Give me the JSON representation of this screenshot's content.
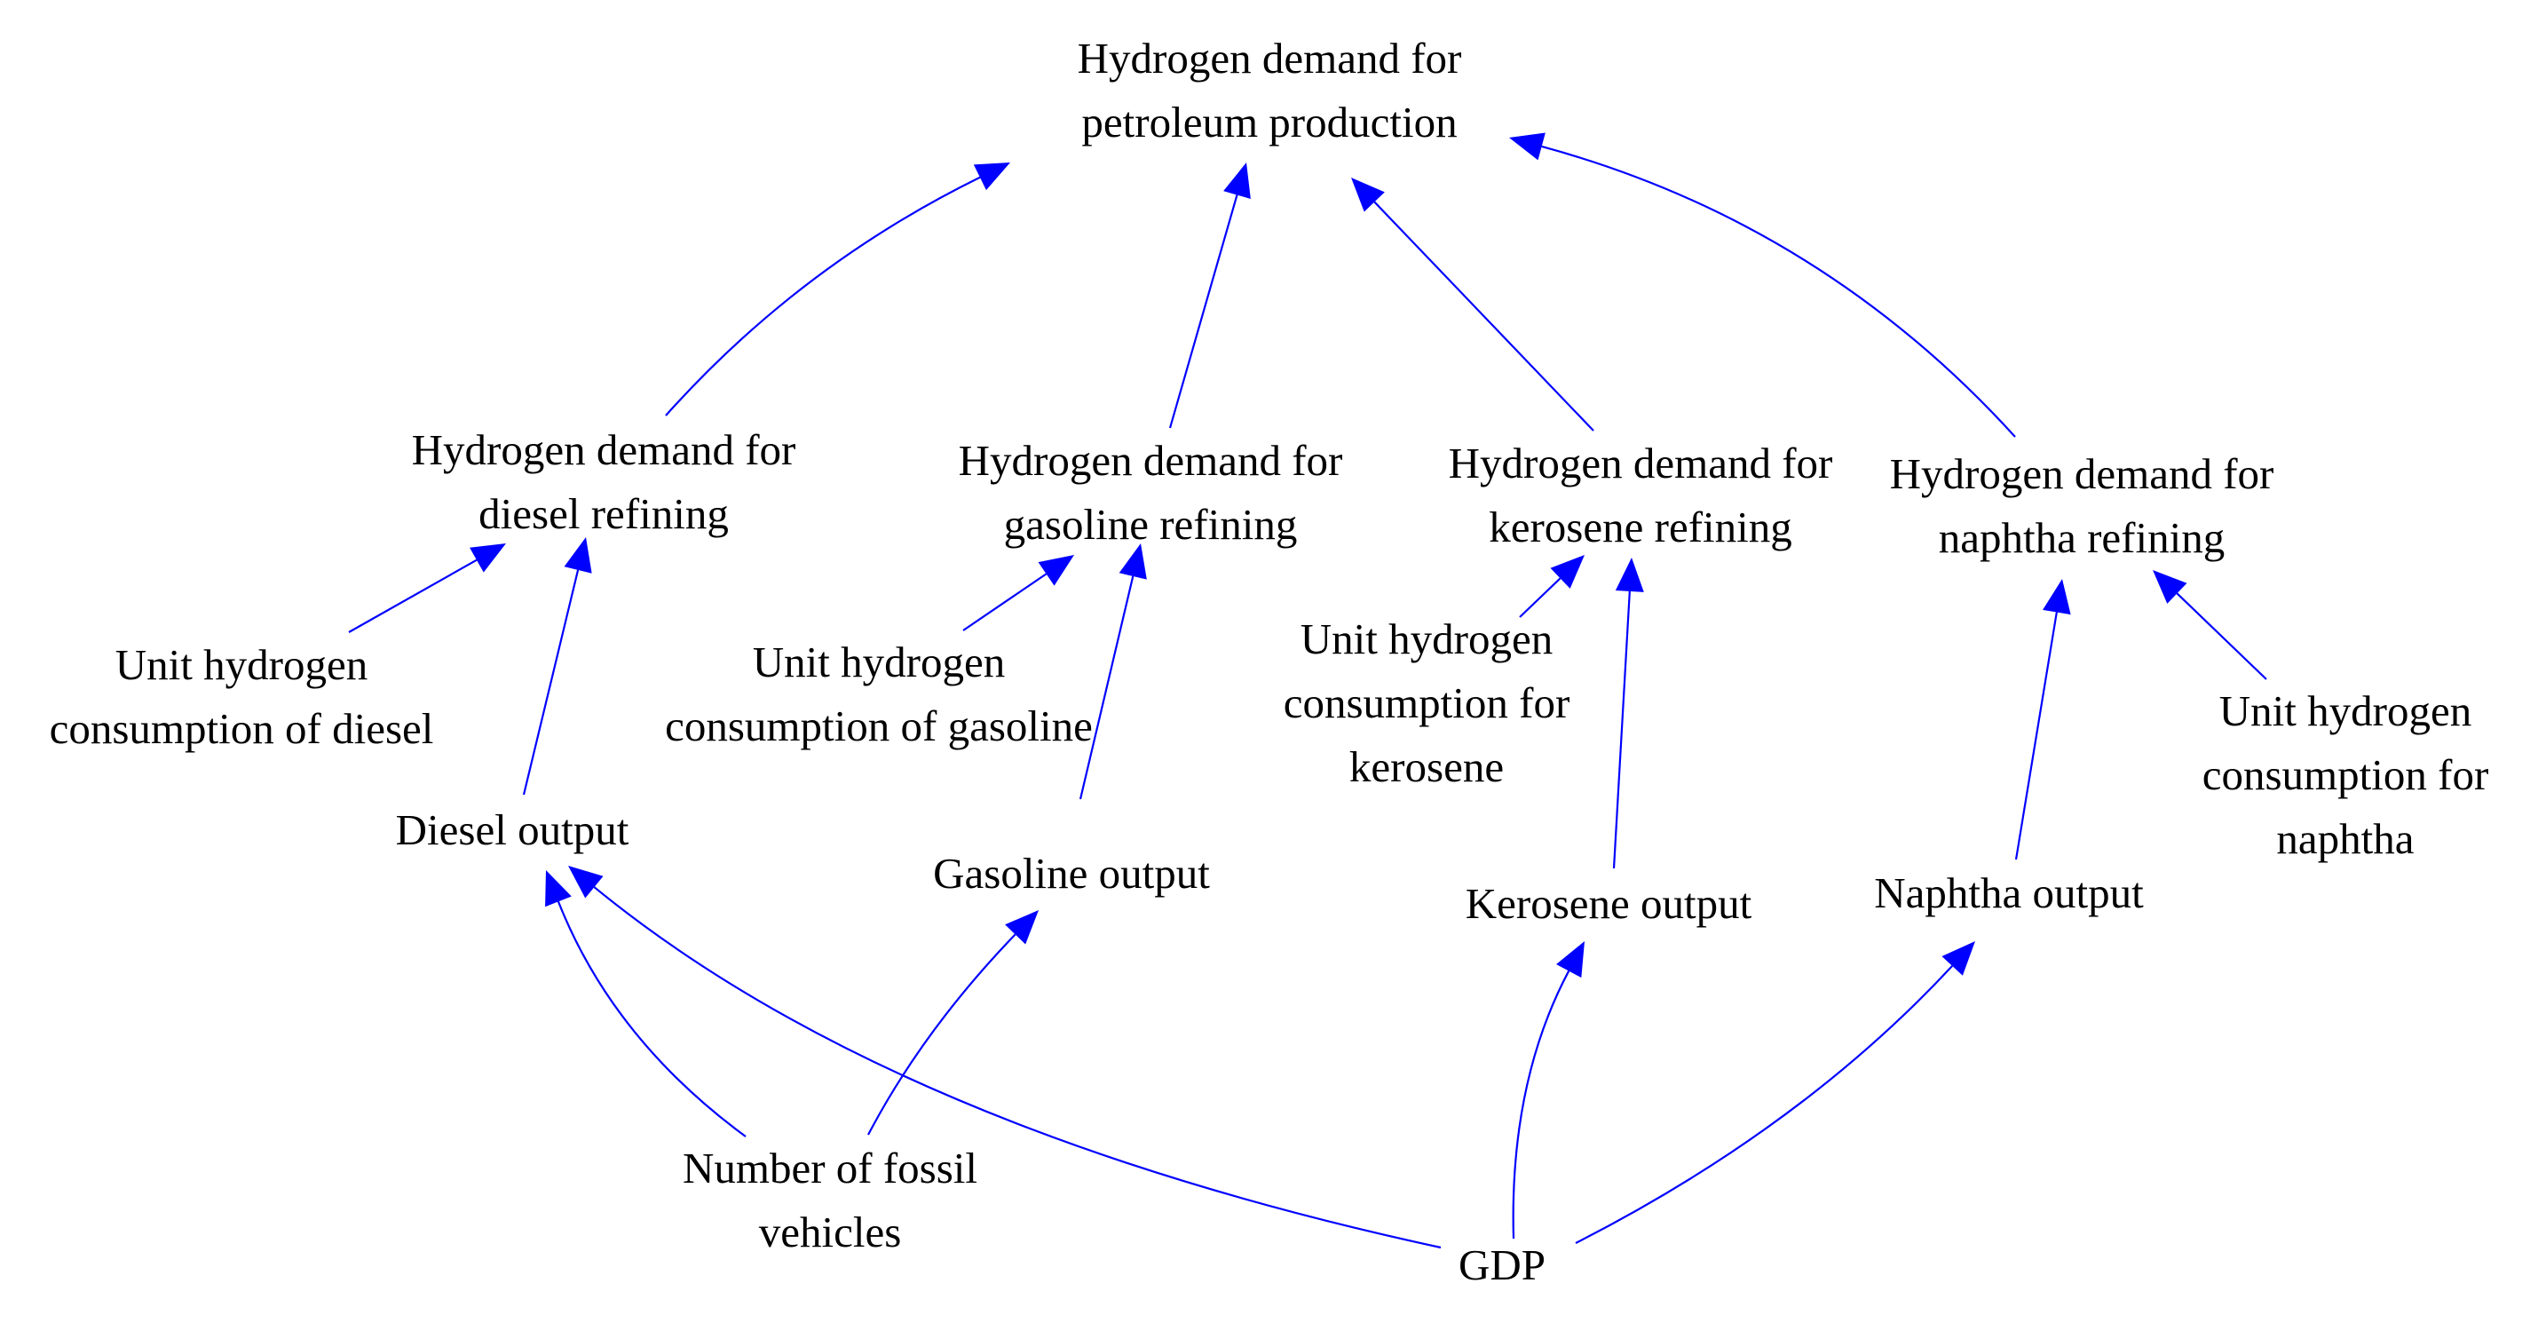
{
  "diagram": {
    "nodes": {
      "hydrogen_petroleum": [
        "Hydrogen demand for",
        "petroleum production"
      ],
      "hydrogen_diesel": [
        "Hydrogen demand for",
        "diesel refining"
      ],
      "hydrogen_gasoline": [
        "Hydrogen demand for",
        "gasoline refining"
      ],
      "hydrogen_kerosene": [
        "Hydrogen demand for",
        "kerosene refining"
      ],
      "hydrogen_naphtha": [
        "Hydrogen demand for",
        "naphtha refining"
      ],
      "unit_diesel": [
        "Unit hydrogen",
        "consumption of diesel"
      ],
      "unit_gasoline": [
        "Unit hydrogen",
        "consumption of gasoline"
      ],
      "unit_kerosene": [
        "Unit hydrogen",
        "consumption for",
        "kerosene"
      ],
      "unit_naphtha": [
        "Unit hydrogen",
        "consumption for",
        "naphtha"
      ],
      "diesel_output": [
        "Diesel output"
      ],
      "gasoline_output": [
        "Gasoline output"
      ],
      "kerosene_output": [
        "Kerosene output"
      ],
      "naphtha_output": [
        "Naphtha output"
      ],
      "fossil_vehicles": [
        "Number of fossil",
        "vehicles"
      ],
      "gdp": [
        "GDP"
      ]
    },
    "edges": [
      {
        "from": "hydrogen_diesel",
        "to": "hydrogen_petroleum"
      },
      {
        "from": "hydrogen_gasoline",
        "to": "hydrogen_petroleum"
      },
      {
        "from": "hydrogen_kerosene",
        "to": "hydrogen_petroleum"
      },
      {
        "from": "hydrogen_naphtha",
        "to": "hydrogen_petroleum"
      },
      {
        "from": "unit_diesel",
        "to": "hydrogen_diesel"
      },
      {
        "from": "diesel_output",
        "to": "hydrogen_diesel"
      },
      {
        "from": "unit_gasoline",
        "to": "hydrogen_gasoline"
      },
      {
        "from": "gasoline_output",
        "to": "hydrogen_gasoline"
      },
      {
        "from": "unit_kerosene",
        "to": "hydrogen_kerosene"
      },
      {
        "from": "kerosene_output",
        "to": "hydrogen_kerosene"
      },
      {
        "from": "unit_naphtha",
        "to": "hydrogen_naphtha"
      },
      {
        "from": "naphtha_output",
        "to": "hydrogen_naphtha"
      },
      {
        "from": "fossil_vehicles",
        "to": "diesel_output"
      },
      {
        "from": "fossil_vehicles",
        "to": "gasoline_output"
      },
      {
        "from": "gdp",
        "to": "diesel_output"
      },
      {
        "from": "gdp",
        "to": "kerosene_output"
      },
      {
        "from": "gdp",
        "to": "naphtha_output"
      }
    ],
    "arrow_color": "#0000ff",
    "text_color": "#000000"
  }
}
